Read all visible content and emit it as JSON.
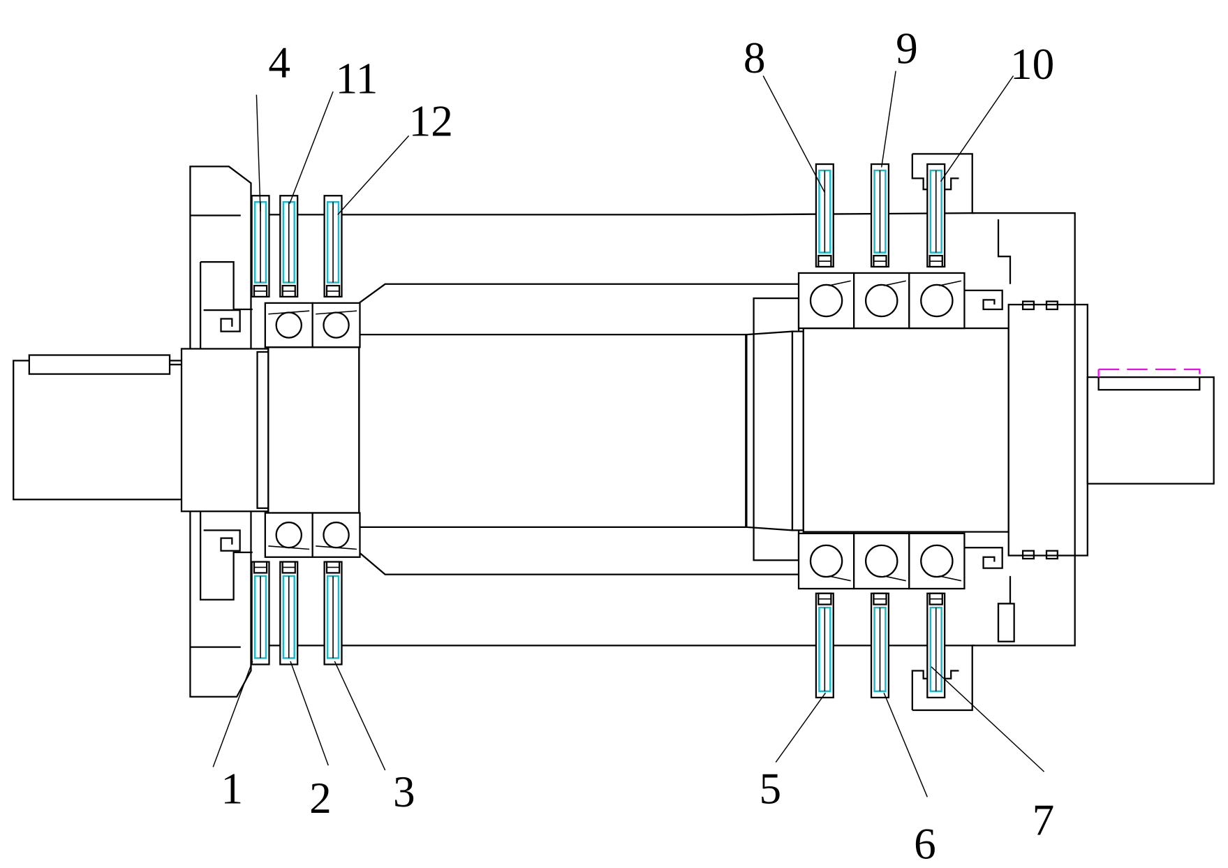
{
  "callouts": [
    {
      "id": "1",
      "text": "1"
    },
    {
      "id": "2",
      "text": "2"
    },
    {
      "id": "3",
      "text": "3"
    },
    {
      "id": "4",
      "text": "4"
    },
    {
      "id": "5",
      "text": "5"
    },
    {
      "id": "6",
      "text": "6"
    },
    {
      "id": "7",
      "text": "7"
    },
    {
      "id": "8",
      "text": "8"
    },
    {
      "id": "9",
      "text": "9"
    },
    {
      "id": "10",
      "text": "10"
    },
    {
      "id": "11",
      "text": "11"
    },
    {
      "id": "12",
      "text": "12"
    }
  ],
  "colors": {
    "outline": "#000000",
    "sensor_highlight": "#1ab8c9",
    "keyway_dashed": "#ff00ff",
    "background": "#ffffff"
  }
}
